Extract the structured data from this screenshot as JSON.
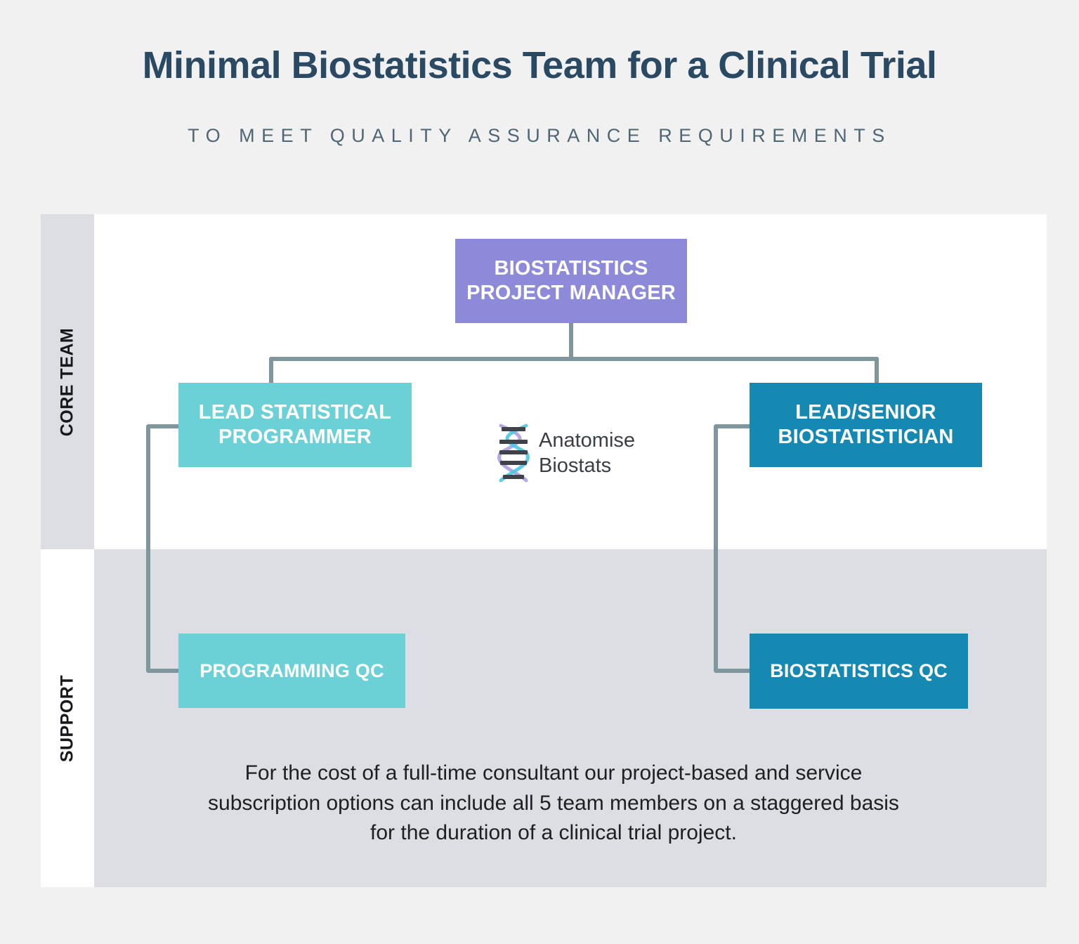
{
  "header": {
    "title": "Minimal Biostatistics Team for a Clinical Trial",
    "subtitle": "TO MEET QUALITY ASSURANCE REQUIREMENTS"
  },
  "colors": {
    "page_background": "#f1f1f2",
    "title": "#2a4a63",
    "subtitle": "#4f6673",
    "manager_box": "#8d8ad9",
    "programming_box": "#6bd1d7",
    "biostatistics_box": "#1589b2",
    "connector_line": "#7e969c",
    "rail_core": "#dcdee4",
    "rail_support": "#ffffff",
    "section_core": "#ffffff",
    "section_support": "#dcdee4",
    "logo_strand_cyan": "#4dc8e0",
    "logo_strand_purple": "#a89ae0",
    "logo_rung": "#3f4248",
    "logo_text": "#3a3f46"
  },
  "rails": [
    {
      "key": "core",
      "label": "CORE TEAM"
    },
    {
      "key": "support",
      "label": "SUPPORT"
    }
  ],
  "chart": {
    "type": "org-chart",
    "nodes": [
      {
        "id": "pm",
        "label": "BIOSTATISTICS PROJECT MANAGER",
        "line1": "BIOSTATISTICS",
        "line2": "PROJECT MANAGER",
        "section": "CORE TEAM",
        "level": 1,
        "color": "#8d8ad9"
      },
      {
        "id": "lead-prog",
        "label": "LEAD STATISTICAL PROGRAMMER",
        "line1": "LEAD STATISTICAL",
        "line2": "PROGRAMMER",
        "section": "CORE TEAM",
        "level": 2,
        "color": "#6bd1d7"
      },
      {
        "id": "lead-bio",
        "label": "LEAD/SENIOR BIOSTATISTICIAN",
        "line1": "LEAD/SENIOR",
        "line2": "BIOSTATISTICIAN",
        "section": "CORE TEAM",
        "level": 2,
        "color": "#1589b2"
      },
      {
        "id": "prog-qc",
        "label": "PROGRAMMING QC",
        "line1": "PROGRAMMING QC",
        "line2": "",
        "section": "SUPPORT",
        "level": 3,
        "color": "#6bd1d7"
      },
      {
        "id": "bio-qc",
        "label": "BIOSTATISTICS QC",
        "line1": "BIOSTATISTICS QC",
        "line2": "",
        "section": "SUPPORT",
        "level": 3,
        "color": "#1589b2"
      }
    ],
    "edges": [
      {
        "from": "pm",
        "to": "lead-prog"
      },
      {
        "from": "pm",
        "to": "lead-bio"
      },
      {
        "from": "lead-prog",
        "to": "prog-qc"
      },
      {
        "from": "lead-bio",
        "to": "bio-qc"
      }
    ],
    "team_member_count": 5
  },
  "logo": {
    "line1": "Anatomise",
    "line2": "Biostats",
    "mark": "dna-helix-icon"
  },
  "caption": {
    "line1": "For the cost of a full-time consultant our project-based and service",
    "line2": "subscription options can include all 5 team members on a staggered basis",
    "line3": "for the duration of a clinical trial project."
  }
}
